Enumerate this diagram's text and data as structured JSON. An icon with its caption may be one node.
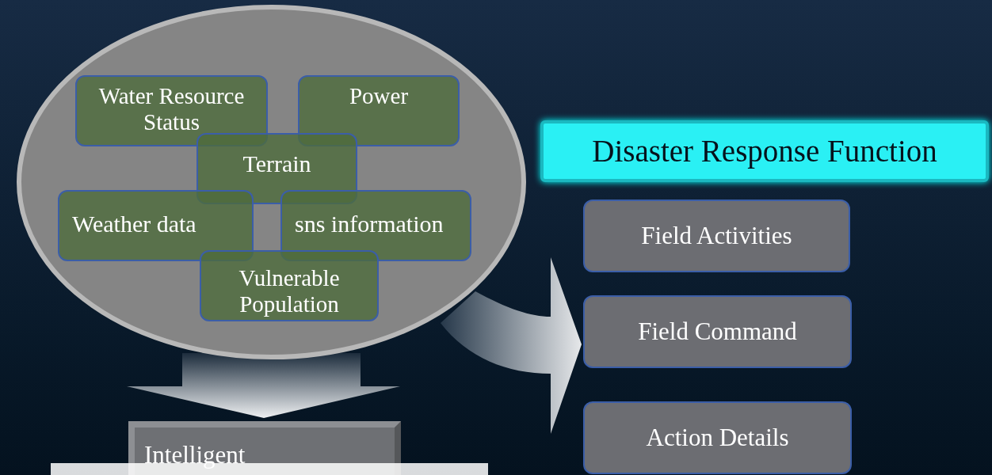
{
  "diagram": {
    "nodes": [
      {
        "text": [],
        "shape": "ellipse"
      },
      {
        "text": [
          "Water Resource Status"
        ],
        "in": 0
      },
      {
        "text": [
          "Power"
        ],
        "in": 0
      },
      {
        "text": [
          "Terrain"
        ],
        "in": 0
      },
      {
        "text": [
          "Weather data"
        ],
        "in": 0
      },
      {
        "text": [
          "sns information"
        ],
        "in": 0
      },
      {
        "text": [
          "Vulnerable Population"
        ],
        "in": 0
      },
      {
        "text": [
          "Disaster Response Function"
        ]
      },
      {
        "text": [
          "Field Activities"
        ]
      },
      {
        "text": [
          "Field Command"
        ]
      },
      {
        "text": [
          "Action Details"
        ]
      },
      {
        "text": [
          "Intelligent"
        ]
      }
    ],
    "edges": [
      {
        "from": 0,
        "to": 11,
        "arrow": "to"
      },
      {
        "from": 0,
        "to": 9,
        "arrow": "to"
      }
    ]
  }
}
